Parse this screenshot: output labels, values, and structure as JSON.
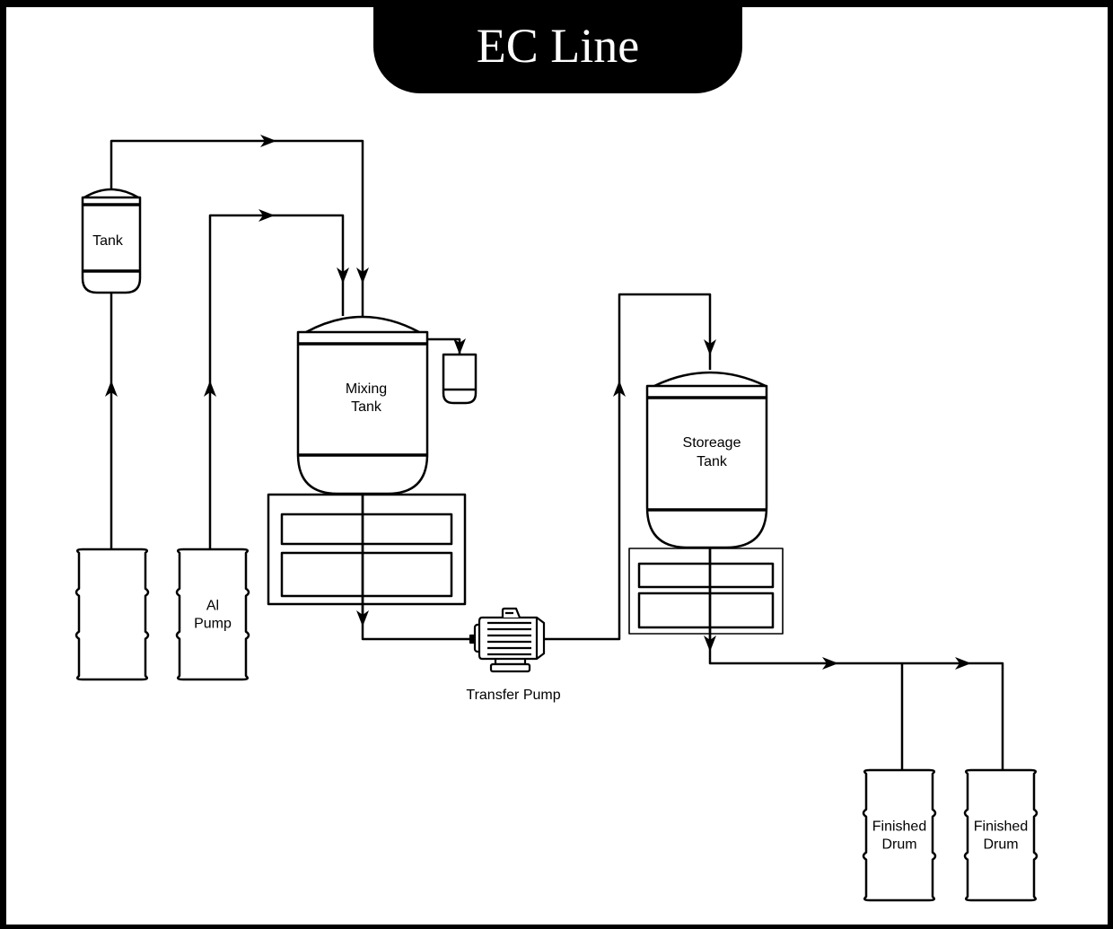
{
  "title": "EC Line",
  "colors": {
    "line": "#000000",
    "background": "#ffffff",
    "title_bg": "#000000",
    "title_text": "#ffffff"
  },
  "equipment": {
    "small_tank": {
      "label": "Tank"
    },
    "mixing_tank": {
      "label_line1": "Mixing",
      "label_line2": "Tank"
    },
    "storage_tank": {
      "label_line1": "Storeage",
      "label_line2": "Tank"
    },
    "transfer_pump": {
      "label": "Transfer Pump",
      "icon": "electric-motor-icon"
    },
    "drum_left": {
      "label_line1": "",
      "label_line2": ""
    },
    "drum_ai_pump": {
      "label_line1": "Al",
      "label_line2": "Pump"
    },
    "finished_drum_1": {
      "label_line1": "Finished",
      "label_line2": "Drum"
    },
    "finished_drum_2": {
      "label_line1": "Finished",
      "label_line2": "Drum"
    },
    "mixing_skid": {
      "icon": "skid-base-icon"
    },
    "storage_skid": {
      "icon": "skid-base-icon"
    },
    "side_vessel": {
      "icon": "small-vessel-icon"
    }
  },
  "flows": [
    {
      "from": "drum_left",
      "to": "small_tank"
    },
    {
      "from": "small_tank",
      "to": "mixing_tank"
    },
    {
      "from": "drum_ai_pump",
      "to": "mixing_tank"
    },
    {
      "from": "mixing_tank",
      "to": "side_vessel"
    },
    {
      "from": "mixing_tank",
      "to": "transfer_pump"
    },
    {
      "from": "transfer_pump",
      "to": "storage_tank"
    },
    {
      "from": "storage_tank",
      "to": "finished_drum_1"
    },
    {
      "from": "storage_tank",
      "to": "finished_drum_2"
    }
  ]
}
